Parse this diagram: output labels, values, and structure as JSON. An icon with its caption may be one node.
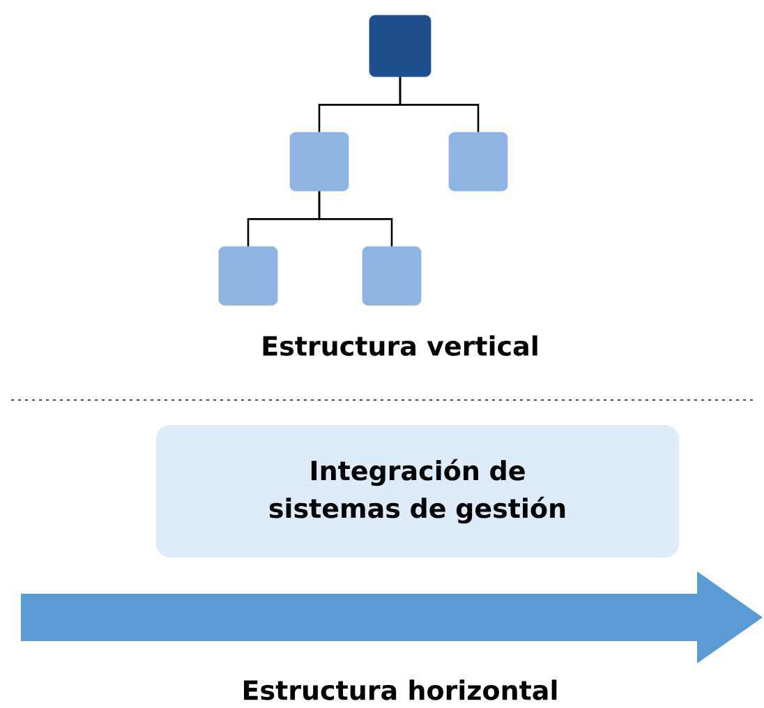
{
  "diagram": {
    "nodes": [
      {
        "text": [],
        "shape": "box"
      },
      {
        "text": [],
        "shape": "box"
      },
      {
        "text": [],
        "shape": "box"
      },
      {
        "text": [],
        "shape": "box"
      },
      {
        "text": [],
        "shape": "box"
      },
      {
        "text": [
          "Integración de sistemas de gestión"
        ]
      }
    ],
    "edges": [
      {
        "from": 0,
        "to": 1,
        "arrow": "none"
      },
      {
        "from": 0,
        "to": 2,
        "arrow": "none"
      },
      {
        "from": 1,
        "to": 3,
        "arrow": "none"
      },
      {
        "from": 1,
        "to": 4,
        "arrow": "none"
      }
    ],
    "labels": [
      "Estructura vertical",
      "Estructura horizontal"
    ]
  }
}
